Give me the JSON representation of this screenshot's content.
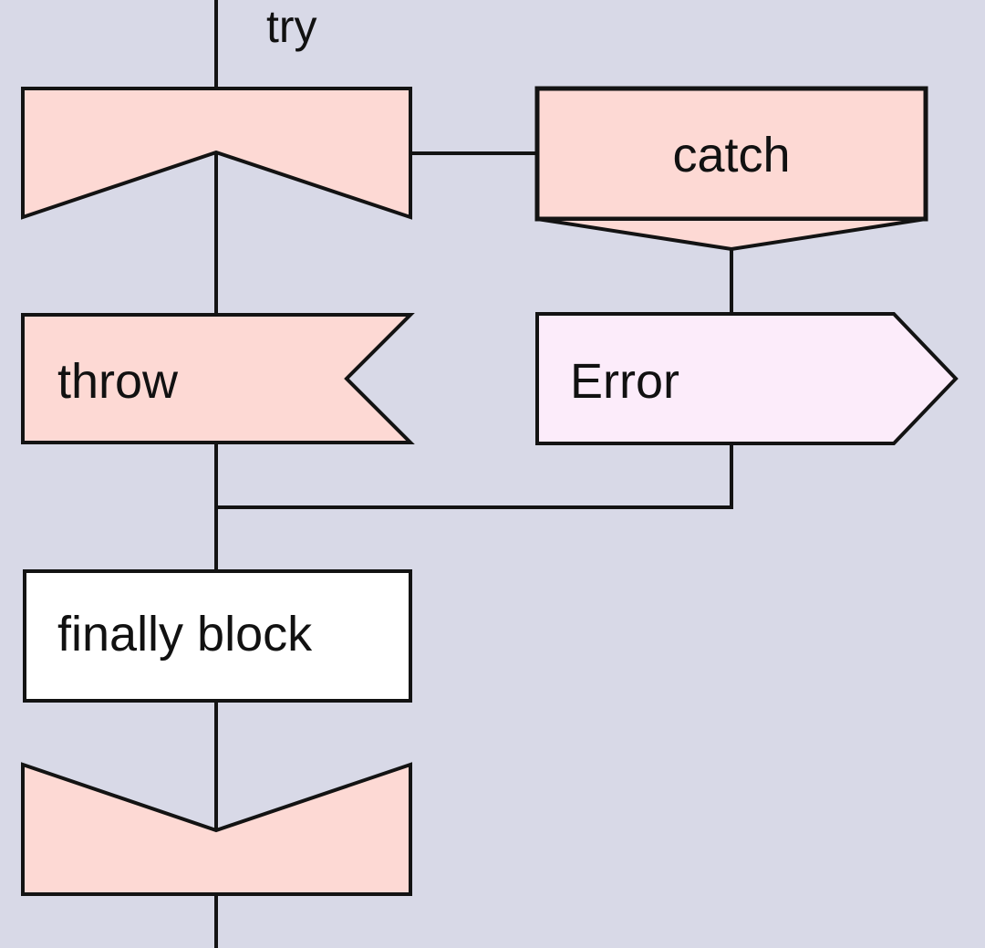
{
  "colors": {
    "background": "#d8d9e7",
    "node-pink": "#fdd9d4",
    "node-light": "#fcecfa",
    "node-white": "#ffffff",
    "line": "#131313",
    "text": "#111111"
  },
  "diagram": {
    "edge_label": "try",
    "nodes": {
      "catch": {
        "label": "catch"
      },
      "throw": {
        "label": "throw"
      },
      "error": {
        "label": "Error"
      },
      "finally": {
        "label": "finally block"
      }
    }
  }
}
